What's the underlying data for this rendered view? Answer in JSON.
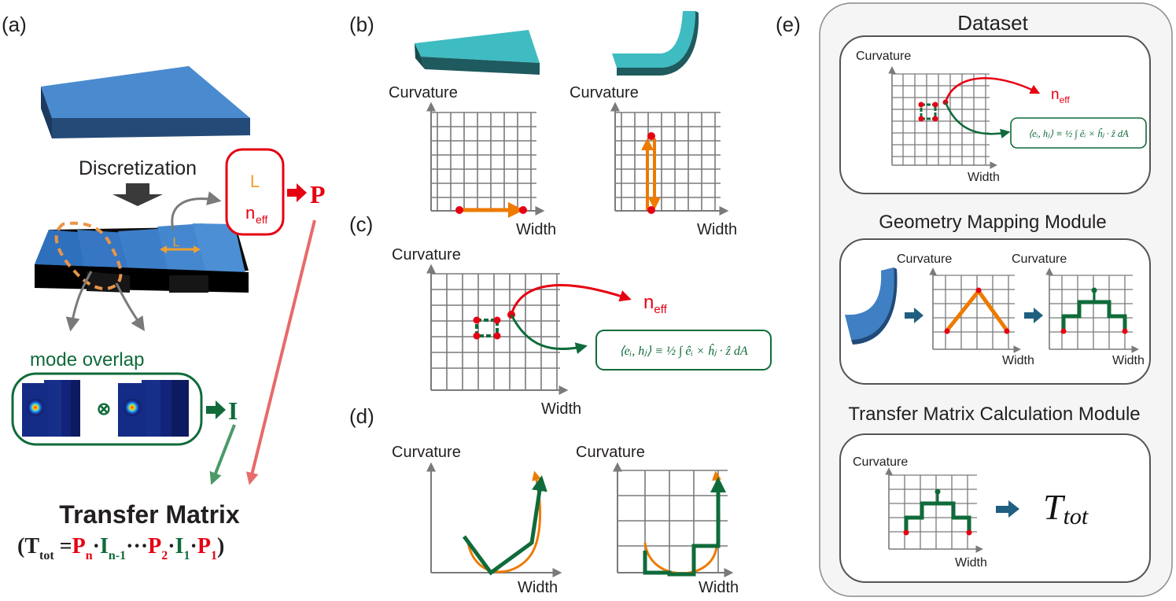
{
  "colors": {
    "red": "#e60012",
    "green": "#0f6b3a",
    "orange": "#ee7a00",
    "grid": "#7a7a7a",
    "blue_block": "#3f7fc4",
    "teal_block": "#3ab8bf",
    "arrow_teal": "#1f5f80",
    "panel_bg": "#f5f5f5"
  },
  "panel_a": {
    "label": "(a)",
    "discretization": "Discretization",
    "segment_length": "L",
    "box_L": "L",
    "box_n": "n",
    "box_eff": "eff",
    "P": "P",
    "mode_overlap": "mode overlap",
    "otimes": "⊗",
    "I": "I",
    "title": "Transfer Matrix",
    "formula": {
      "open": "(",
      "T": "T",
      "tot": "tot",
      "eq": " =",
      "Pn": "P",
      "n": "n",
      "dot1": "·",
      "In1": "I",
      "n1": "n-1",
      "dots": "···",
      "P2": "P",
      "two": "2",
      "dot2": "·",
      "I1": "I",
      "one_a": "1",
      "dot3": "·",
      "P1": "P",
      "one_b": "1",
      "close": ")"
    }
  },
  "panel_b": {
    "label": "(b)",
    "left": {
      "ylabel": "Curvature",
      "xlabel": "Width"
    },
    "right": {
      "ylabel": "Curvature",
      "xlabel": "Width"
    }
  },
  "panel_c": {
    "label": "(c)",
    "ylabel": "Curvature",
    "xlabel": "Width",
    "n": "n",
    "eff": "eff",
    "formula": "⟨eᵢ, hⱼ⟩ ≡ ½ ∫ êᵢ × ĥⱼ · ẑ dA"
  },
  "panel_d": {
    "label": "(d)",
    "left": {
      "ylabel": "Curvature",
      "xlabel": "Width"
    },
    "right": {
      "ylabel": "Curvature",
      "xlabel": "Width"
    }
  },
  "panel_e": {
    "label": "(e)",
    "dataset": {
      "title": "Dataset",
      "ylabel": "Curvature",
      "xlabel": "Width",
      "n": "n",
      "eff": "eff",
      "formula": "⟨eᵢ, hⱼ⟩ ≡ ½ ∫ êᵢ × ĥⱼ · ẑ dA"
    },
    "gmm": {
      "title": "Geometry Mapping Module",
      "left": {
        "ylabel": "Curvature",
        "xlabel": "Width"
      },
      "right": {
        "ylabel": "Curvature",
        "xlabel": "Width"
      }
    },
    "tmc": {
      "title": "Transfer Matrix Calculation Module",
      "ylabel": "Curvature",
      "xlabel": "Width",
      "T": "T",
      "tot": "tot"
    }
  }
}
